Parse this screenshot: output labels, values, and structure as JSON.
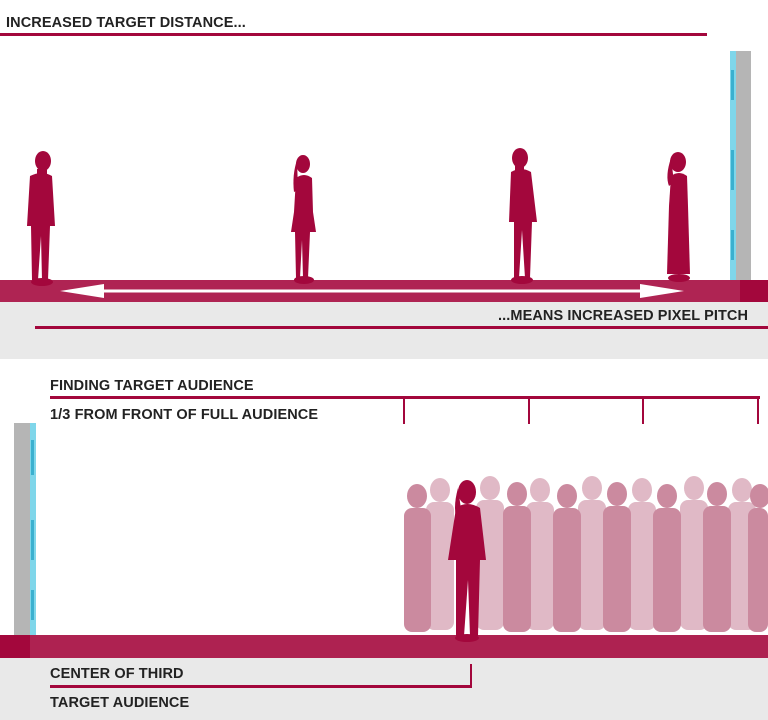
{
  "top": {
    "title": "INCREASED TARGET DISTANCE...",
    "caption": "...MEANS INCREASED PIXEL PITCH"
  },
  "bottom": {
    "title": "FINDING TARGET AUDIENCE",
    "subtitle": "1/3 FROM FRONT OF FULL AUDIENCE",
    "center_label": "CENTER OF THIRD",
    "target_label": "TARGET AUDIENCE"
  },
  "colors": {
    "accent": "#a3073c",
    "crowd": "#c2768f",
    "floor_gray": "#e9e9e9",
    "screen_gray": "#b5b5b5",
    "screen_cyan": "#7fd6ea"
  }
}
